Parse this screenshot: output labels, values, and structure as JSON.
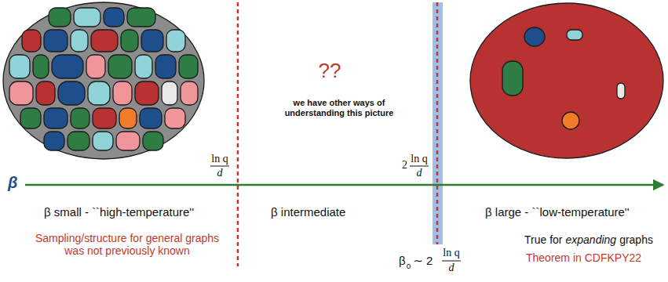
{
  "diagram": {
    "labels": [
      "β",
      "ln q",
      "d",
      "??",
      "we have other ways of understanding this picture",
      "2",
      "ln q",
      "d",
      "β small - ``high-temperature''",
      "Sampling/structure for general graphs was not previously known",
      "β intermediate",
      "β large - ``low-temperature''",
      "True for",
      "expanding",
      "graphs",
      "Theorem in CDFKPY22",
      "β",
      "o",
      "∼ 2",
      "ln q",
      "d"
    ]
  }
}
